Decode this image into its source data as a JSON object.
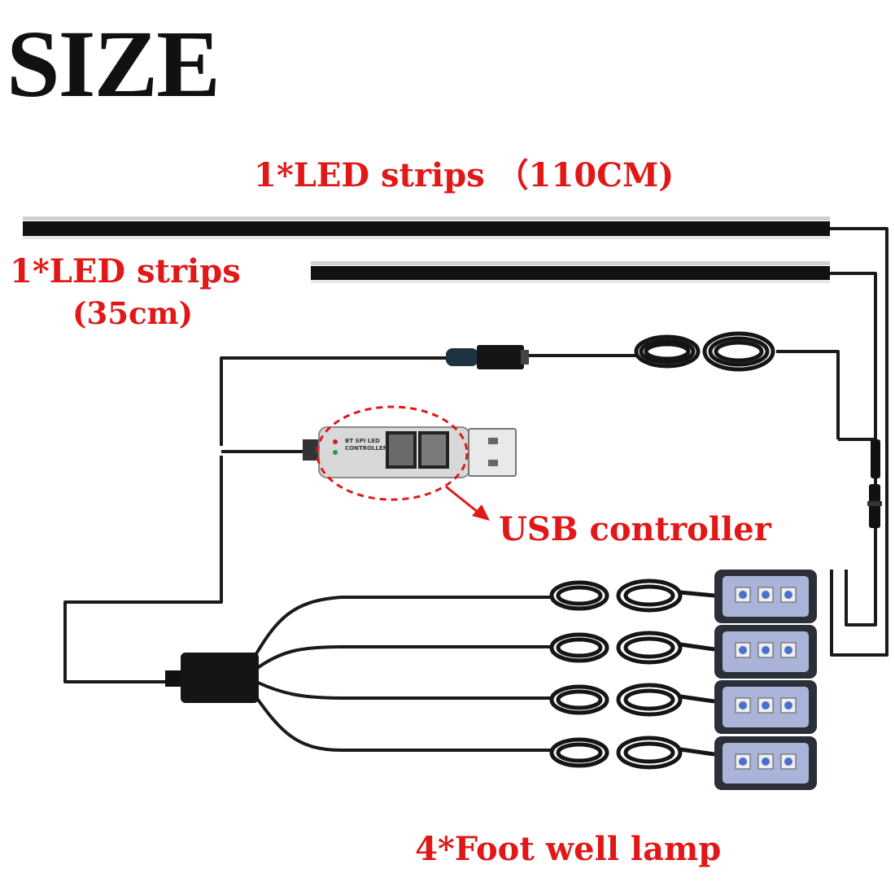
{
  "heading": "SIZE",
  "labels": {
    "long_strip": "1*LED strips （110CM)",
    "short_strip_line1": "1*LED strips",
    "short_strip_line2": "(35cm)",
    "usb_controller": "USB controller",
    "foot_lamp": "4*Foot well lamp"
  },
  "controller": {
    "line1": "BT SPI LED",
    "line2": "CONTROLLER"
  },
  "colors": {
    "label_red": "#e01818",
    "wire": "#1a1a1a",
    "lamp_led": "#4a6fd0"
  },
  "lamp_count": 4
}
